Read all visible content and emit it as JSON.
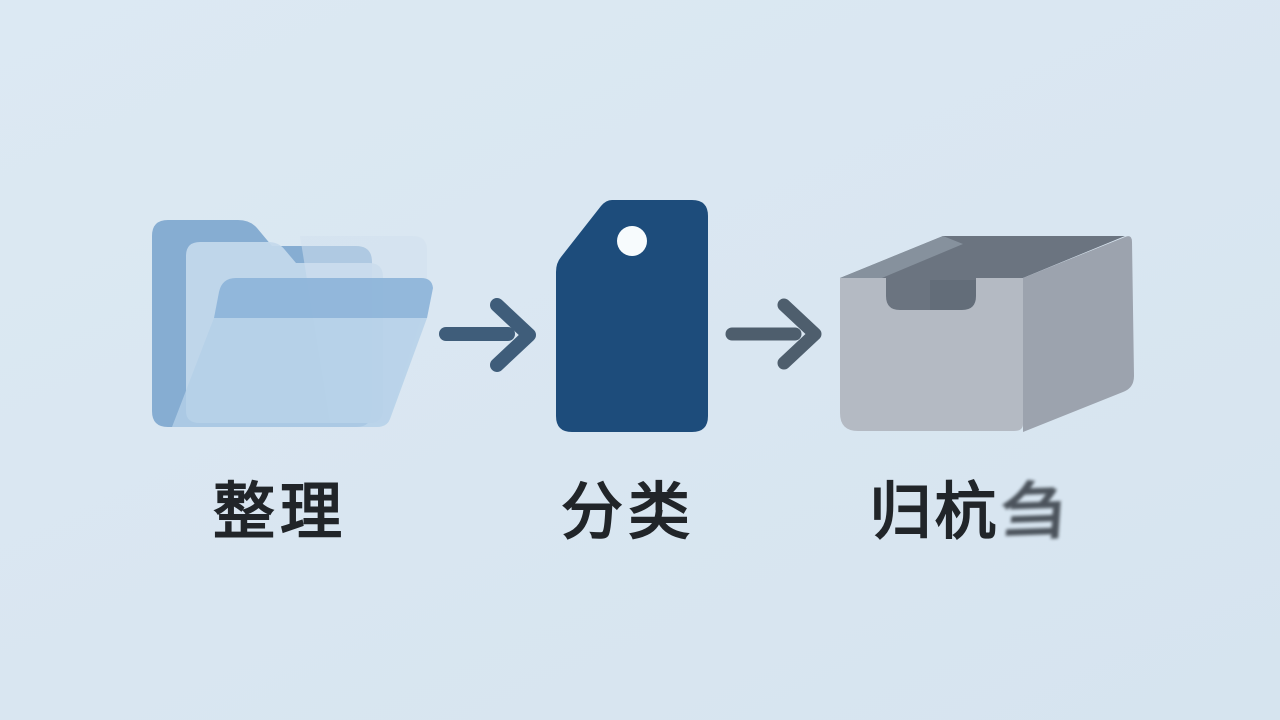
{
  "diagram": {
    "background": "#d9e6f1",
    "stages": [
      {
        "id": "organize",
        "label": "整理",
        "icon": "folder-stack-icon"
      },
      {
        "id": "classify",
        "label": "分类",
        "icon": "tag-icon"
      },
      {
        "id": "archive",
        "label_main": "归杭",
        "label_garbled": "刍",
        "icon": "archive-box-icon"
      }
    ],
    "arrows": [
      {
        "direction": "right"
      },
      {
        "direction": "right"
      }
    ],
    "colors": {
      "folder_back": "#82aad0",
      "folder_mid": "#c4d9ec",
      "folder_wing": "#d2e0ef",
      "folder_cover_band": "#8db4d9",
      "folder_cover_body": "#b3cfe8",
      "tag": "#1d4c7b",
      "tag_hole": "#f7fbfd",
      "box_front": "#b4bac3",
      "box_side": "#9ca3ae",
      "box_inner": "#6b7480",
      "box_inner_wall": "#8a95a0",
      "box_notch_shadow": "#5d6773",
      "arrow_1": "#3f5d7a",
      "arrow_2": "#4e5e6d",
      "label_text": "#212529"
    }
  }
}
